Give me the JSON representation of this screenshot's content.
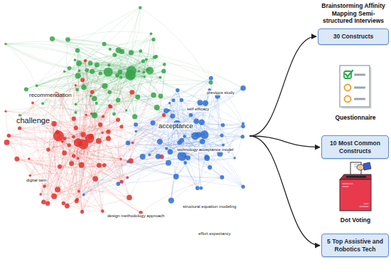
{
  "diagram": {
    "nodes": [
      {
        "text": [
          "challenge",
          "recommendation",
          "digital twin",
          "acceptance",
          "technology acceptance model",
          "structural equation modeling",
          "design methodology approach",
          "previous study",
          "self efficacy",
          "effort expectancy"
        ]
      },
      {
        "text": [
          "Brainstorming Affinity Mapping Semi-structured Interviews",
          "30 Constructs"
        ]
      },
      {
        "text": [
          "10 Most Common Constructs"
        ]
      },
      {
        "text": [
          "5 Top Assistive and Robotics Tech"
        ]
      }
    ],
    "edges": [
      {
        "from": 0,
        "to": 1,
        "arrow": "to"
      },
      {
        "from": 0,
        "to": 2,
        "arrow": "to"
      },
      {
        "from": 0,
        "to": 3,
        "arrow": "to"
      }
    ],
    "labels": [
      "Questionnaire",
      "Dot Voting"
    ]
  }
}
